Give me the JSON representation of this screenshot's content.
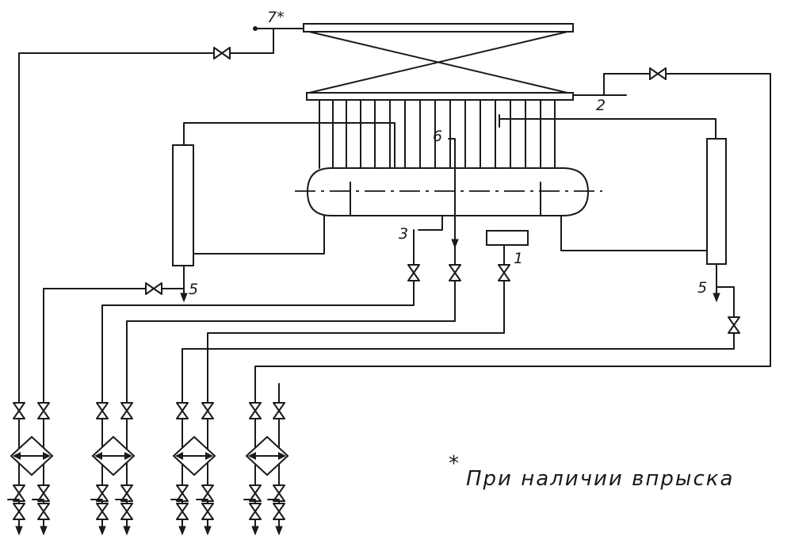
{
  "labels": {
    "p1": "1",
    "p2": "2",
    "p3": "3",
    "p5_left": "5",
    "p5_right": "5",
    "p6": "6",
    "p7": "7*"
  },
  "note": {
    "star": "*",
    "text": "При наличии впрыска"
  }
}
